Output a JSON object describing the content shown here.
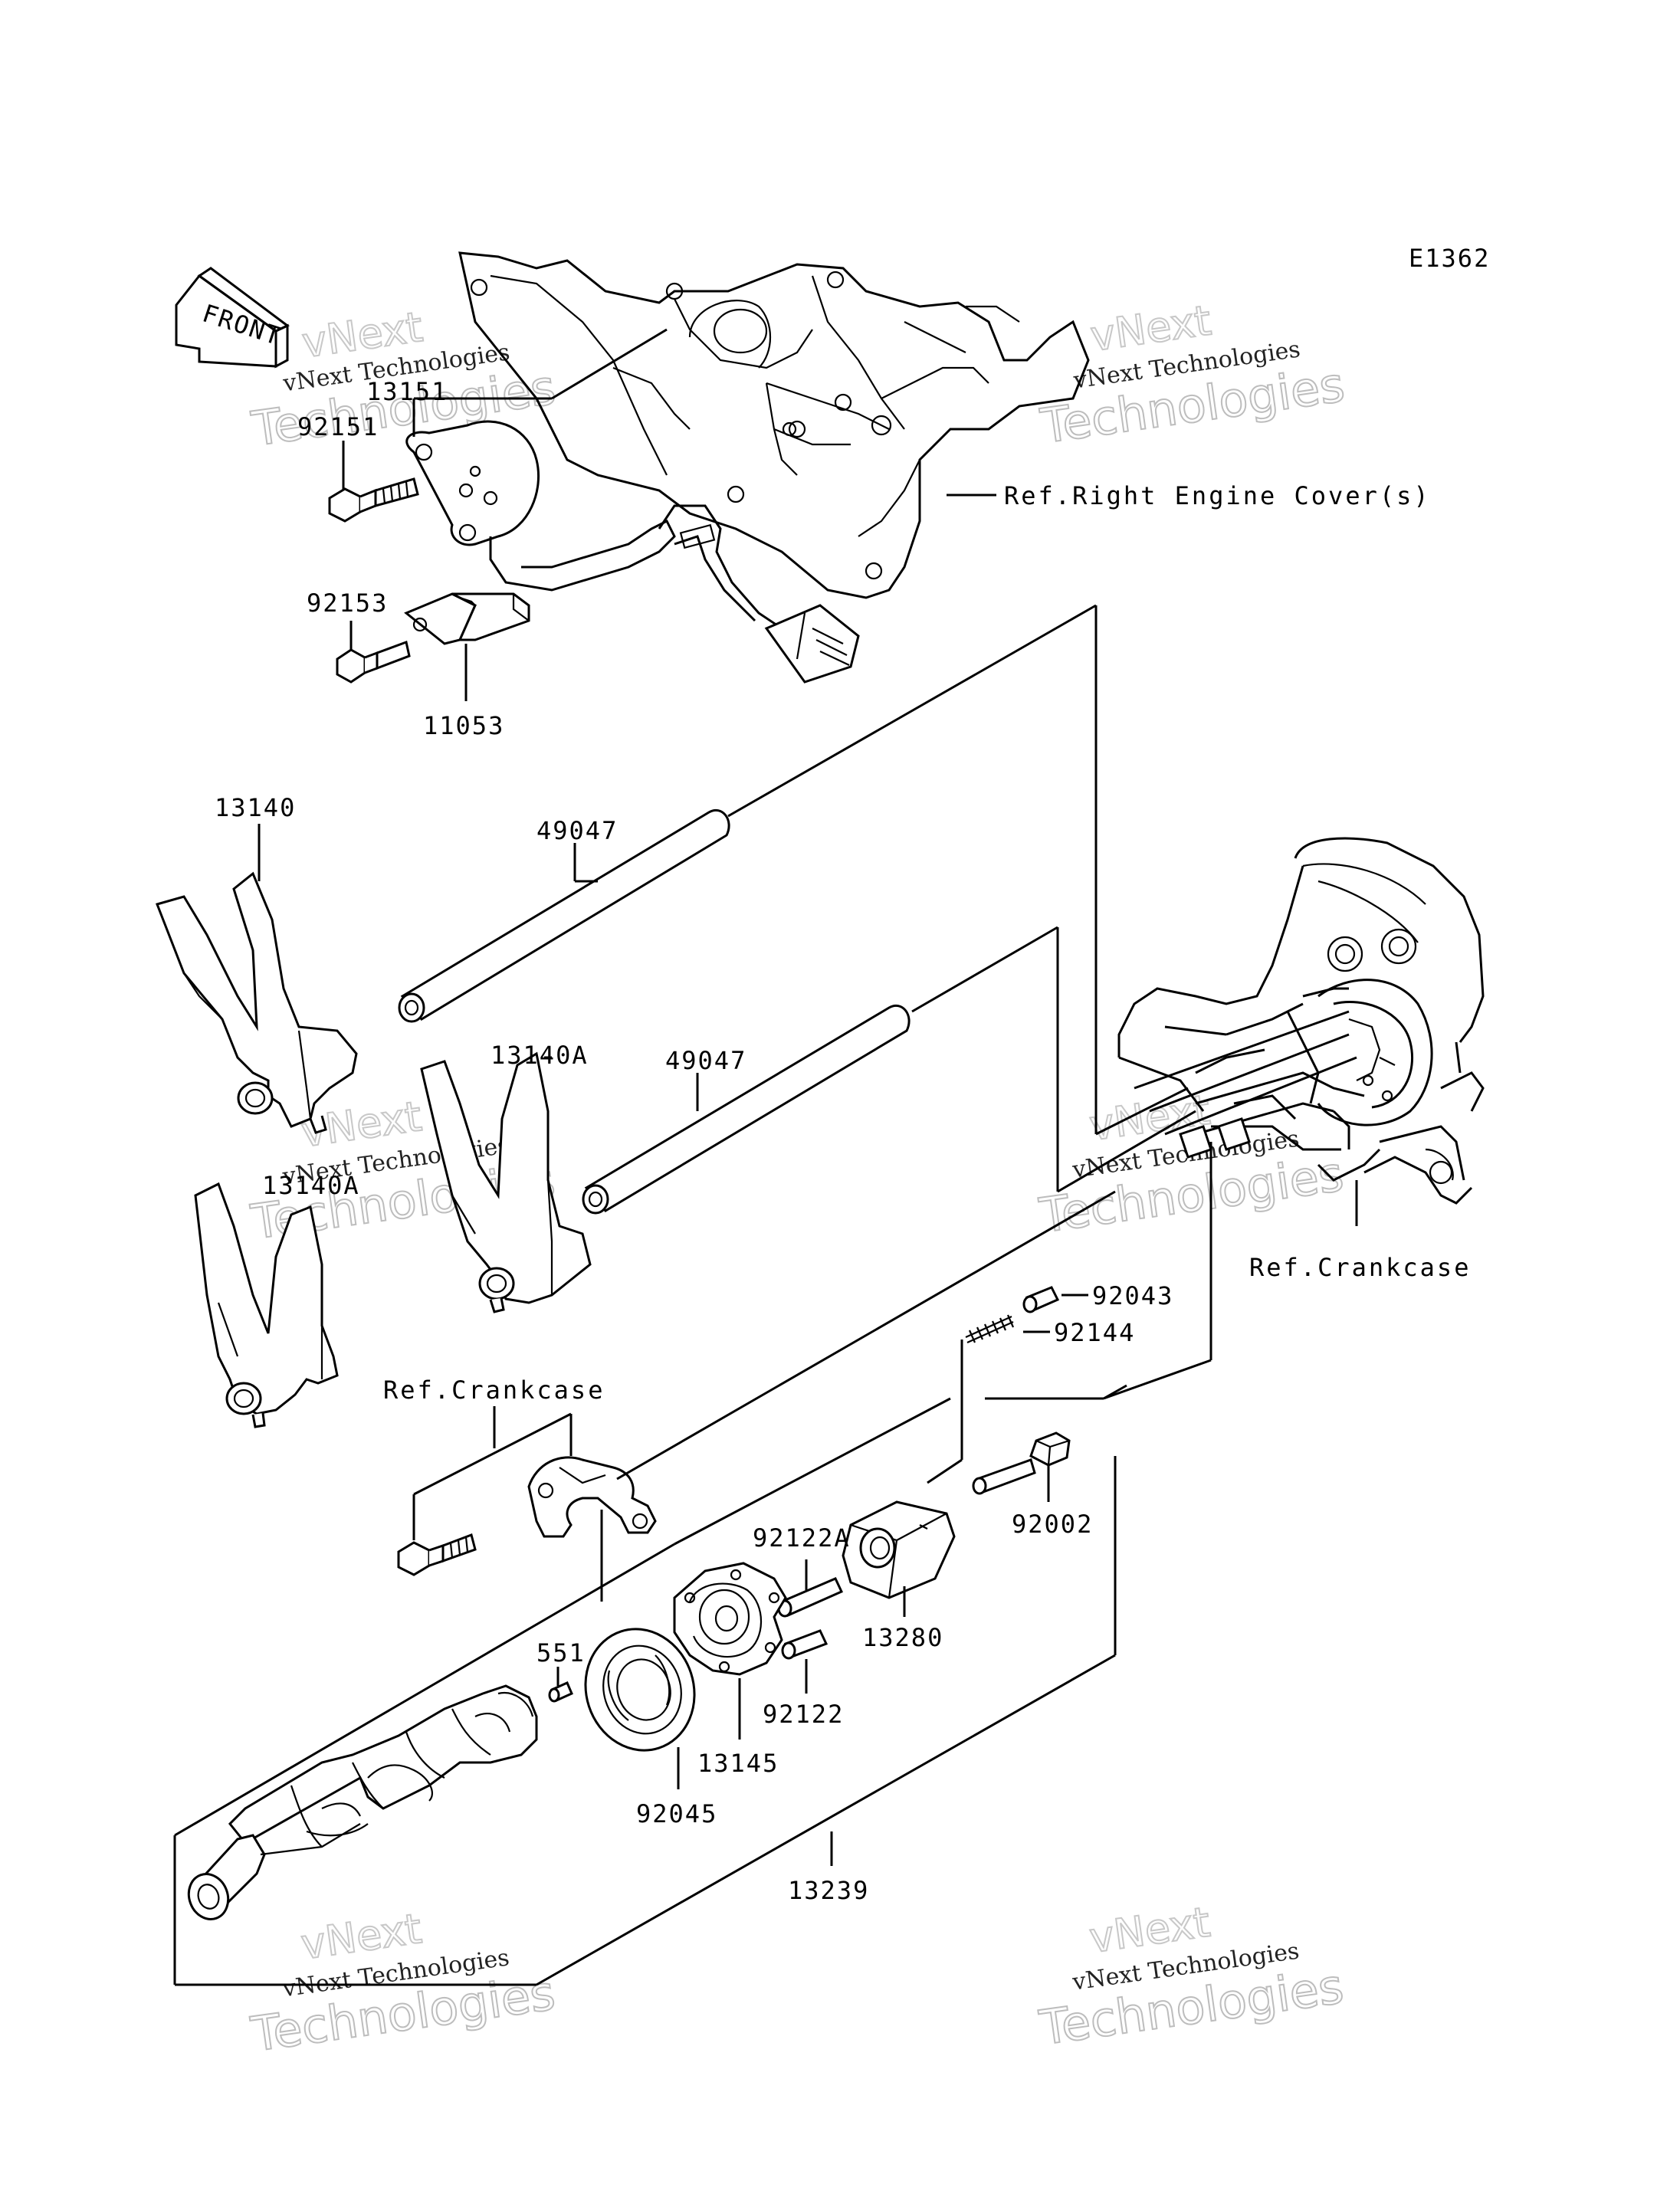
{
  "diagram_code": "E1362",
  "front_label": "FRONT",
  "labels": {
    "l13151": "13151",
    "l92151": "92151",
    "l92153": "92153",
    "l11053": "11053",
    "l13140": "13140",
    "l49047a": "49047",
    "l49047b": "49047",
    "l13140A_1": "13140A",
    "l13140A_2": "13140A",
    "l92043": "92043",
    "l92144": "92144",
    "l92002": "92002",
    "l92122A": "92122A",
    "l13280": "13280",
    "l92122": "92122",
    "l551": "551",
    "l13145": "13145",
    "l92045": "92045",
    "l13239": "13239"
  },
  "refs": {
    "right_engine_cover": "Ref.Right Engine Cover(s)",
    "crankcase_right": "Ref.Crankcase",
    "crankcase_left": "Ref.Crankcase"
  },
  "watermark": {
    "company": "vNext Technologies",
    "line1": "vNext",
    "line2": "Technologies"
  }
}
